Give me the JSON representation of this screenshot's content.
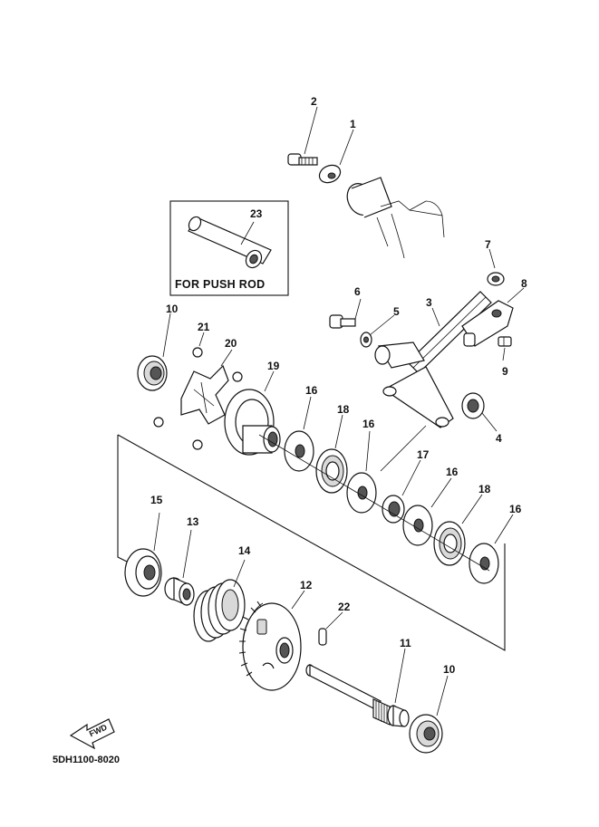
{
  "callouts": {
    "c1": "1",
    "c2": "2",
    "c3": "3",
    "c4": "4",
    "c5": "5",
    "c6": "6",
    "c7": "7",
    "c8": "8",
    "c9": "9",
    "c10a": "10",
    "c10b": "10",
    "c11": "11",
    "c12": "12",
    "c13": "13",
    "c14": "14",
    "c15": "15",
    "c16a": "16",
    "c16b": "16",
    "c16c": "16",
    "c16d": "16",
    "c17": "17",
    "c18a": "18",
    "c18b": "18",
    "c19": "19",
    "c20": "20",
    "c21": "21",
    "c22": "22",
    "c23": "23"
  },
  "inset": {
    "label": "FOR PUSH ROD"
  },
  "direction_badge": {
    "text": "FWD",
    "icon": "fwd-arrow-icon"
  },
  "diagram_code": "5DH1100-8020"
}
